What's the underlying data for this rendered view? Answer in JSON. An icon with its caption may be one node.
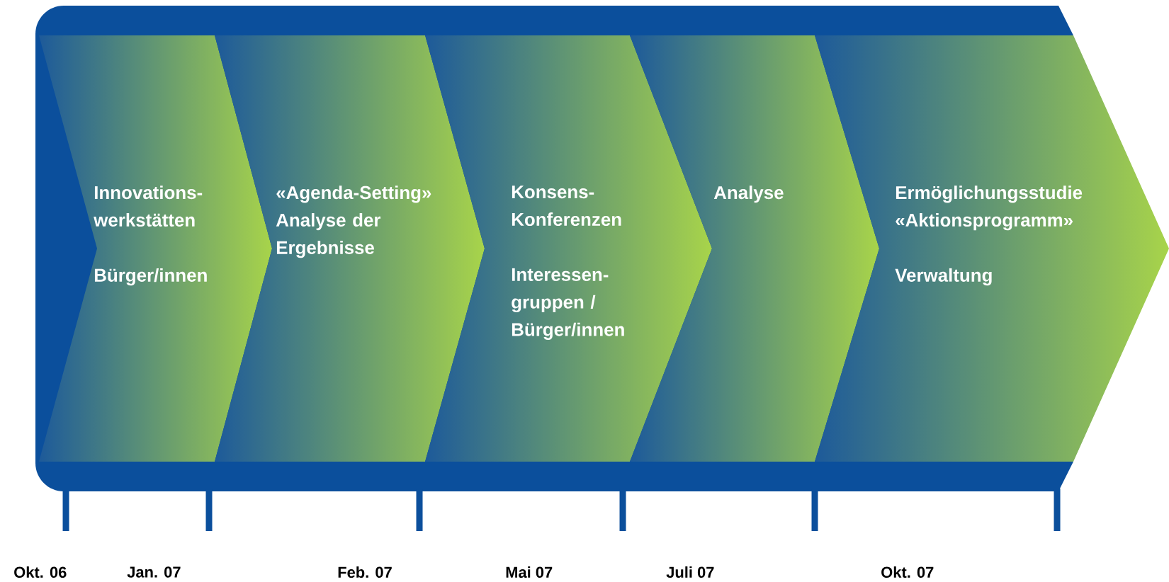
{
  "diagram": {
    "nodes": [
      {
        "text": [
          "Innovations- werkstätten",
          "Bürger/innen"
        ]
      },
      {
        "text": [
          "«Agenda-Setting» Analyse der Ergebnisse"
        ]
      },
      {
        "text": [
          "Konsens- Konferenzen",
          "Interessen- gruppen / Bürger/innen"
        ]
      },
      {
        "text": [
          "Analyse"
        ]
      },
      {
        "text": [
          "Ermöglichungsstudie «Aktionsprogramm»",
          "Verwaltung"
        ]
      }
    ],
    "labels": [
      "Okt. 06",
      "Jan. 07",
      "Feb. 07",
      "Mai 07",
      "Juli 07",
      "Okt. 07"
    ]
  }
}
